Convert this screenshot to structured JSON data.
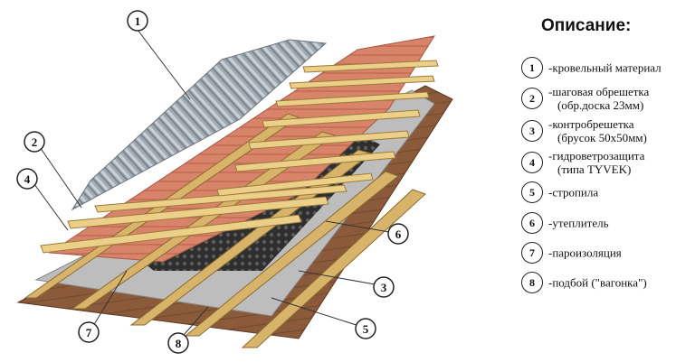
{
  "callouts": [
    "1",
    "2",
    "3",
    "4",
    "5",
    "6",
    "7",
    "8"
  ],
  "legend": {
    "title": "Описание:",
    "items": [
      {
        "num": "1",
        "line1": "-кровельный материал",
        "line2": ""
      },
      {
        "num": "2",
        "line1": "-шаговая обрешетка",
        "line2": "(обр.доска 23мм)"
      },
      {
        "num": "3",
        "line1": "-контробрешетка",
        "line2": "(брусок 50х50мм)"
      },
      {
        "num": "4",
        "line1": "-гидроветрозащита",
        "line2": "(типа TYVEK)"
      },
      {
        "num": "5",
        "line1": "-стропила",
        "line2": ""
      },
      {
        "num": "6",
        "line1": "-утеплитель",
        "line2": ""
      },
      {
        "num": "7",
        "line1": "-пароизоляция",
        "line2": ""
      },
      {
        "num": "8",
        "line1": "-подбой (\"вагонка\")",
        "line2": ""
      }
    ]
  },
  "colors": {
    "roofing": "#9aa3ab",
    "batten": "#e8c878",
    "counter_batten": "#d9b060",
    "membrane": "#d8846a",
    "rafter": "#d8b46a",
    "insulation": "#3a3a3a",
    "vapor_barrier": "#b8b8b8",
    "lining": "#8a5a3a"
  }
}
